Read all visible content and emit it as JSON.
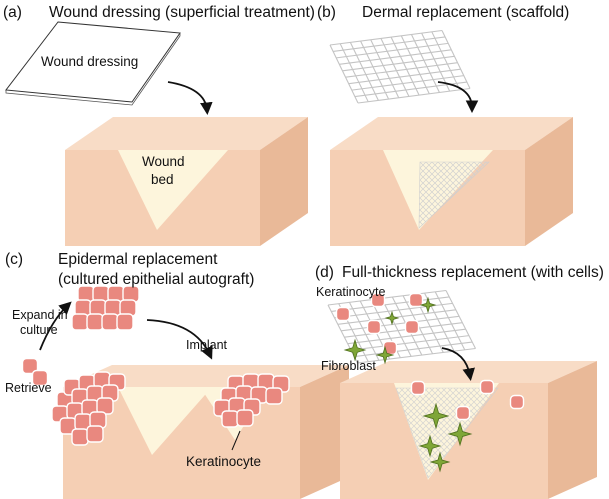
{
  "panels": {
    "a": {
      "letter": "(a)",
      "title": "Wound dressing (superficial treatment)",
      "sheet_label": "Wound dressing",
      "bed_line1": "Wound",
      "bed_line2": "bed"
    },
    "b": {
      "letter": "(b)",
      "title": "Dermal replacement (scaffold)"
    },
    "c": {
      "letter": "(c)",
      "title_line1": "Epidermal replacement",
      "title_line2": "(cultured epithelial autograft)",
      "expand_line1": "Expand in",
      "expand_line2": "culture",
      "implant": "Implant",
      "retrieve": "Retrieve",
      "keratinocyte": "Keratinocyte"
    },
    "d": {
      "letter": "(d)",
      "title": "Full-thickness replacement (with cells)",
      "keratinocyte": "Keratinocyte",
      "fibroblast": "Fibroblast"
    }
  },
  "colors": {
    "skin_front": "#f5cfb4",
    "skin_top": "#f8dcc6",
    "skin_side": "#e9b998",
    "wound": "#fdf5dc",
    "cell_fill": "#e9887f",
    "cell_stroke": "#ffffff",
    "fibroblast_fill": "#7fa637",
    "fibroblast_stroke": "#4f6f1d",
    "scaffold_line": "#c4c4c4",
    "arrow": "#111111"
  }
}
